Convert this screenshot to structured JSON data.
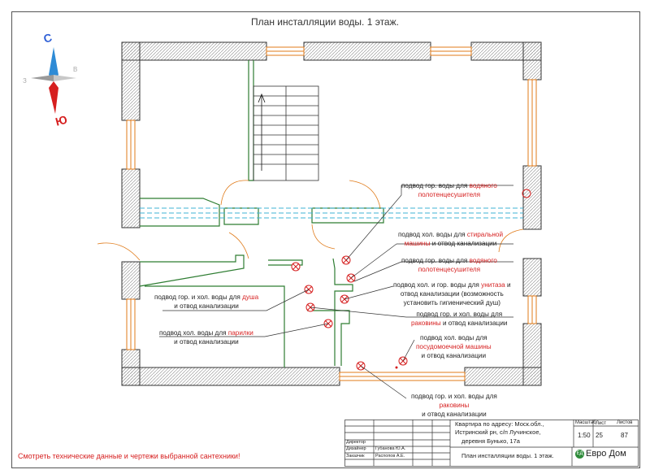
{
  "title": "План инсталляции воды. 1 этаж.",
  "compass": {
    "north": "С",
    "south": "Ю",
    "east": "В",
    "west": "З"
  },
  "annotations": [
    {
      "pre": "подвод гор. воды для ",
      "red": "водяного",
      "line2_red": "полотенцесушителя",
      "line3": ""
    },
    {
      "pre": "подвод хол. воды для ",
      "red": "стиральной",
      "line2_red": "машины",
      "line2_post": " и отвод канализации"
    },
    {
      "pre": "подвод гор. воды для ",
      "red": "водяного",
      "line2_red": "полотенцесушителя"
    },
    {
      "pre": "подвод хол. и гор. воды для ",
      "red": "унитаза",
      "post": " и",
      "line2": "отвод канализации (возможность",
      "line3": "установить гигиенический душ)"
    },
    {
      "pre": "подвод гор. и хол. воды для",
      "line2_red": "раковины",
      "line2_post": " и отвод канализации"
    },
    {
      "pre": "подвод хол. воды для",
      "line2_red": "посудомоечной машины",
      "line3": "и отвод канализации"
    },
    {
      "pre": "подвод гор. и хол. воды для ",
      "red": "душа",
      "line2": "и отвод канализации"
    },
    {
      "pre": "подвод хол. воды для ",
      "red": "парилки",
      "line2": "и отвод канализации"
    },
    {
      "pre": "подвод гор. и хол. воды для",
      "line2_red": "раковины",
      "line3": "и отвод канализации"
    }
  ],
  "note": "Смотреть технические данные  и чертежи выбранной сантехники!",
  "title_block": {
    "address_l1": "Квартира по адресу: Моск.обл.,",
    "address_l2": "Истринский рн, с/п Лучинское,",
    "address_l3": "деревня Бунько, 17а",
    "scale_label": "Масштаб",
    "scale": "1:50",
    "sheet_label": "Лист",
    "sheet": "25",
    "sheets_label": "Листов",
    "sheets": "87",
    "director_label": "Директор",
    "designer_label": "Дизайнер",
    "designer": "Губанова Ю.А.",
    "customer_label": "Заказчик",
    "customer": "Распопов А.Е.",
    "sheet_title": "План инсталляции воды. 1 этаж.",
    "logo": "Евро Дом",
    "logo_mark": "ЕД"
  },
  "colors": {
    "accent_red": "#d61f1f",
    "water_cyan": "#3fb3d6",
    "wall_green": "#2e7d32",
    "window_orange": "#e07b1a"
  }
}
